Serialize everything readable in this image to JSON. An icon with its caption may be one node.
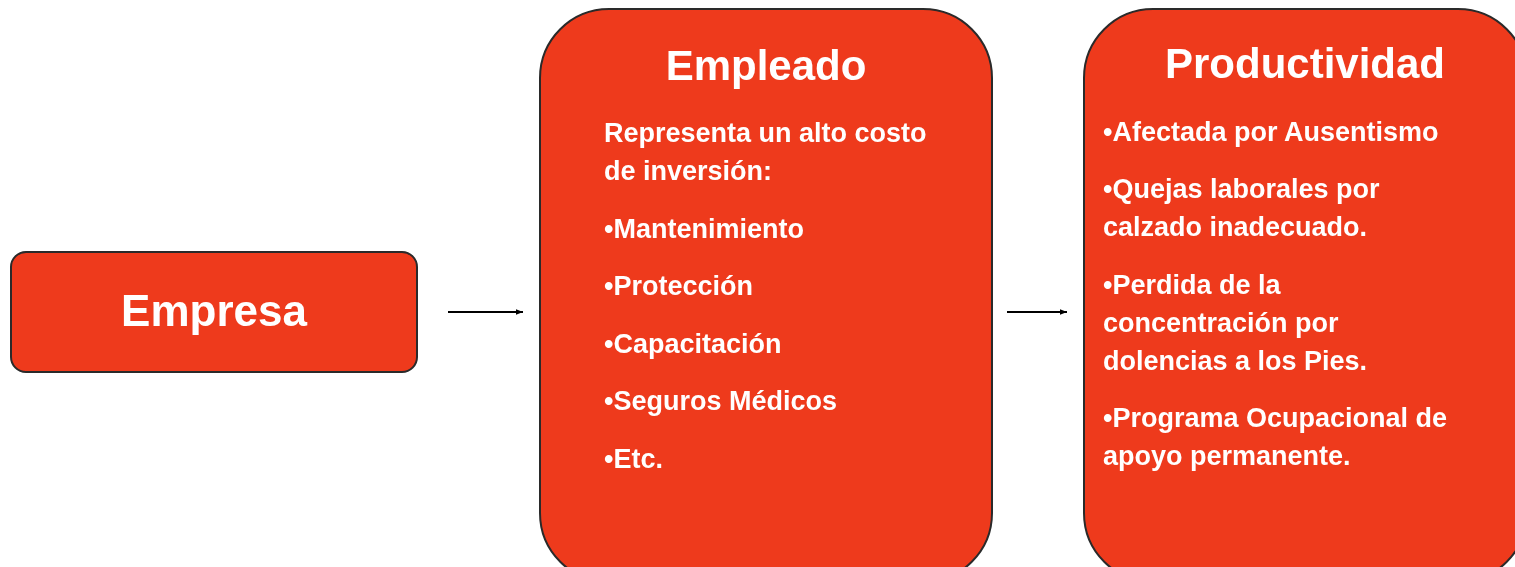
{
  "diagram": {
    "nodes": [
      {
        "text": [
          "Empresa"
        ]
      },
      {
        "text": [
          "Empleado",
          "Representa un alto costo de inversión:",
          "•Mantenimiento",
          "•Protección",
          "•Capacitación",
          "•Seguros Médicos",
          "•Etc."
        ]
      },
      {
        "text": [
          "Productividad",
          "•Afectada por Ausentismo",
          "•Quejas laborales por calzado inadecuado.",
          "•Perdida de la concentración por dolencias a los Pies.",
          "•Programa Ocupacional de apoyo permanente."
        ]
      }
    ],
    "edges": [
      {
        "from": 0,
        "to": 1,
        "arrow": "to"
      },
      {
        "from": 1,
        "to": 2,
        "arrow": "to"
      }
    ]
  }
}
